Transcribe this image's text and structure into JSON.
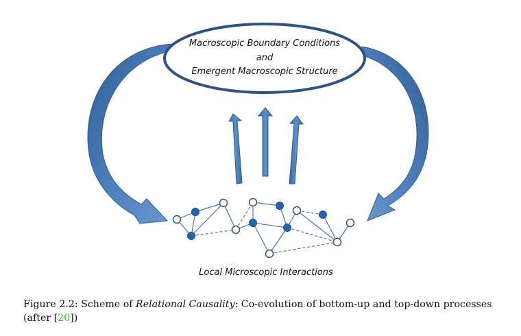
{
  "diagram": {
    "top_box": {
      "line1": "Macroscopic Boundary Conditions",
      "line2": "and",
      "line3": "Emergent Macroscopic Structure"
    },
    "bottom_label": "Local Microscopic Interactions",
    "colors": {
      "arrow_fill": "#4f81bd",
      "arrow_dark": "#2f5d94",
      "ellipse_stroke": "#2c5286",
      "node_filled": "#1f65b5",
      "node_hollow_stroke": "#2c5286",
      "edge": "#4a74a8"
    }
  },
  "caption": {
    "prefix": "Figure 2.2: Scheme of ",
    "italic": "Relational Causality",
    "middle": ": Co-evolution of bottom-up and top-down processes",
    "after_open": "(after [",
    "cite": "20",
    "after_close": "])"
  }
}
